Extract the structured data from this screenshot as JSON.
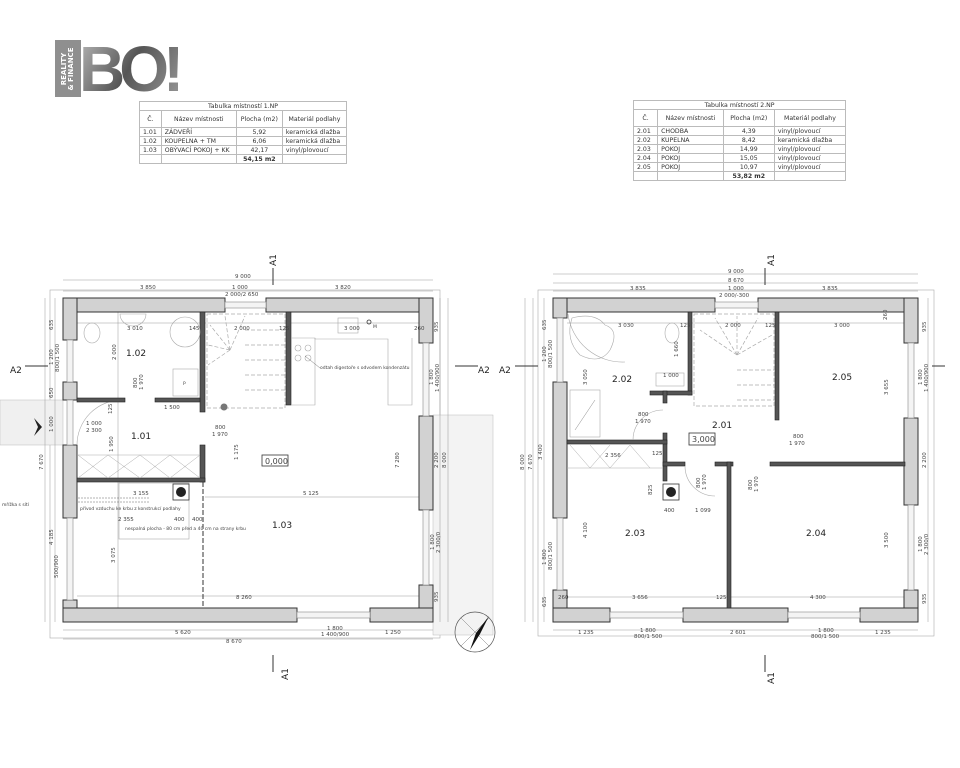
{
  "logo": {
    "text": "BO!",
    "tagline": "REALITY\n& FINANCE"
  },
  "table1": {
    "title": "Tabulka místností 1.NP",
    "headers": [
      "Č.",
      "Název místnosti",
      "Plocha (m2)",
      "Materiál podlahy"
    ],
    "rows": [
      {
        "no": "1.01",
        "name": "ZÁDVEŘÍ",
        "area": "5,92",
        "floor": "keramická dlažba"
      },
      {
        "no": "1.02",
        "name": "KOUPELNA + TM",
        "area": "6,06",
        "floor": "keramická dlažba"
      },
      {
        "no": "1.03",
        "name": "OBÝVACÍ POKOJ + KK",
        "area": "42,17",
        "floor": "vinyl/plovoucí"
      }
    ],
    "total": "54,15 m2"
  },
  "table2": {
    "title": "Tabulka místností 2.NP",
    "headers": [
      "Č.",
      "Název místnosti",
      "Plocha (m2)",
      "Materiál podlahy"
    ],
    "rows": [
      {
        "no": "2.01",
        "name": "CHODBA",
        "area": "4,39",
        "floor": "vinyl/plovoucí"
      },
      {
        "no": "2.02",
        "name": "KUPELNA",
        "area": "8,42",
        "floor": "keramická dlažba"
      },
      {
        "no": "2.03",
        "name": "POKOJ",
        "area": "14,99",
        "floor": "vinyl/plovoucí"
      },
      {
        "no": "2.04",
        "name": "POKOJ",
        "area": "15,05",
        "floor": "vinyl/plovoucí"
      },
      {
        "no": "2.05",
        "name": "POKOJ",
        "area": "10,97",
        "floor": "vinyl/plovoucí"
      }
    ],
    "total": "53,82 m2"
  },
  "plan1": {
    "rooms": [
      "1.02",
      "1.01",
      "1.03"
    ],
    "level": "0,000",
    "sections": {
      "a1": "A1",
      "a2": "A2"
    },
    "annotations": {
      "hood": "odtah digestoře s odvodem kondenzátu",
      "grille": "mřížka s sítí",
      "air": "přívod vzduchu ke krbu z konstrukcí podlahy",
      "hearth": "nespalná plocha - 80 cm před a 40 cm na strany krbu",
      "meter": "M",
      "p": "P"
    },
    "dims": [
      "9 000",
      "3 850",
      "1 000",
      "2 000/2 650",
      "3 820",
      "635",
      "1 200",
      "800/1 500",
      "650",
      "1 000",
      "7 670",
      "4 185",
      "500/900",
      "935",
      "1 800",
      "1 400/900",
      "2 200",
      "8 000",
      "1 800",
      "2 300/0",
      "935",
      "5 620",
      "1 800",
      "1 400/900",
      "1 250",
      "8 670",
      "3 010",
      "145",
      "2 000",
      "125",
      "3 000",
      "2 000",
      "800",
      "1 970",
      "1 500",
      "1 000",
      "2 300",
      "800",
      "1 970",
      "1 950",
      "1 175",
      "7 280",
      "3 155",
      "5 125",
      "2 355",
      "400",
      "400",
      "3 075",
      "8 260",
      "260",
      "125"
    ]
  },
  "plan2": {
    "rooms": [
      "2.02",
      "2.01",
      "2.05",
      "2.03",
      "2.04"
    ],
    "level": "3,000",
    "sections": {
      "a1": "A1",
      "a2": "A2"
    },
    "dims": [
      "9 000",
      "8 670",
      "3 835",
      "1 000",
      "2 000/-300",
      "3 835",
      "3 030",
      "125",
      "2 000",
      "125",
      "3 000",
      "1 000",
      "3 050",
      "1 660",
      "3 655",
      "800",
      "1 970",
      "800",
      "1 970",
      "2 356",
      "125",
      "825",
      "400",
      "1 099",
      "800",
      "1 970",
      "800",
      "1 970",
      "4 100",
      "3 500",
      "3 656",
      "125",
      "4 300",
      "1 235",
      "1 800",
      "800/1 500",
      "2 601",
      "1 800",
      "800/1 500",
      "1 235",
      "635",
      "1 200",
      "800/1 500",
      "3 400",
      "7 670",
      "8 000",
      "1 800",
      "800/1 500",
      "635",
      "935",
      "1 800",
      "1 400/900",
      "2 200",
      "1 800",
      "2 300/0",
      "935",
      "260",
      "260"
    ]
  }
}
